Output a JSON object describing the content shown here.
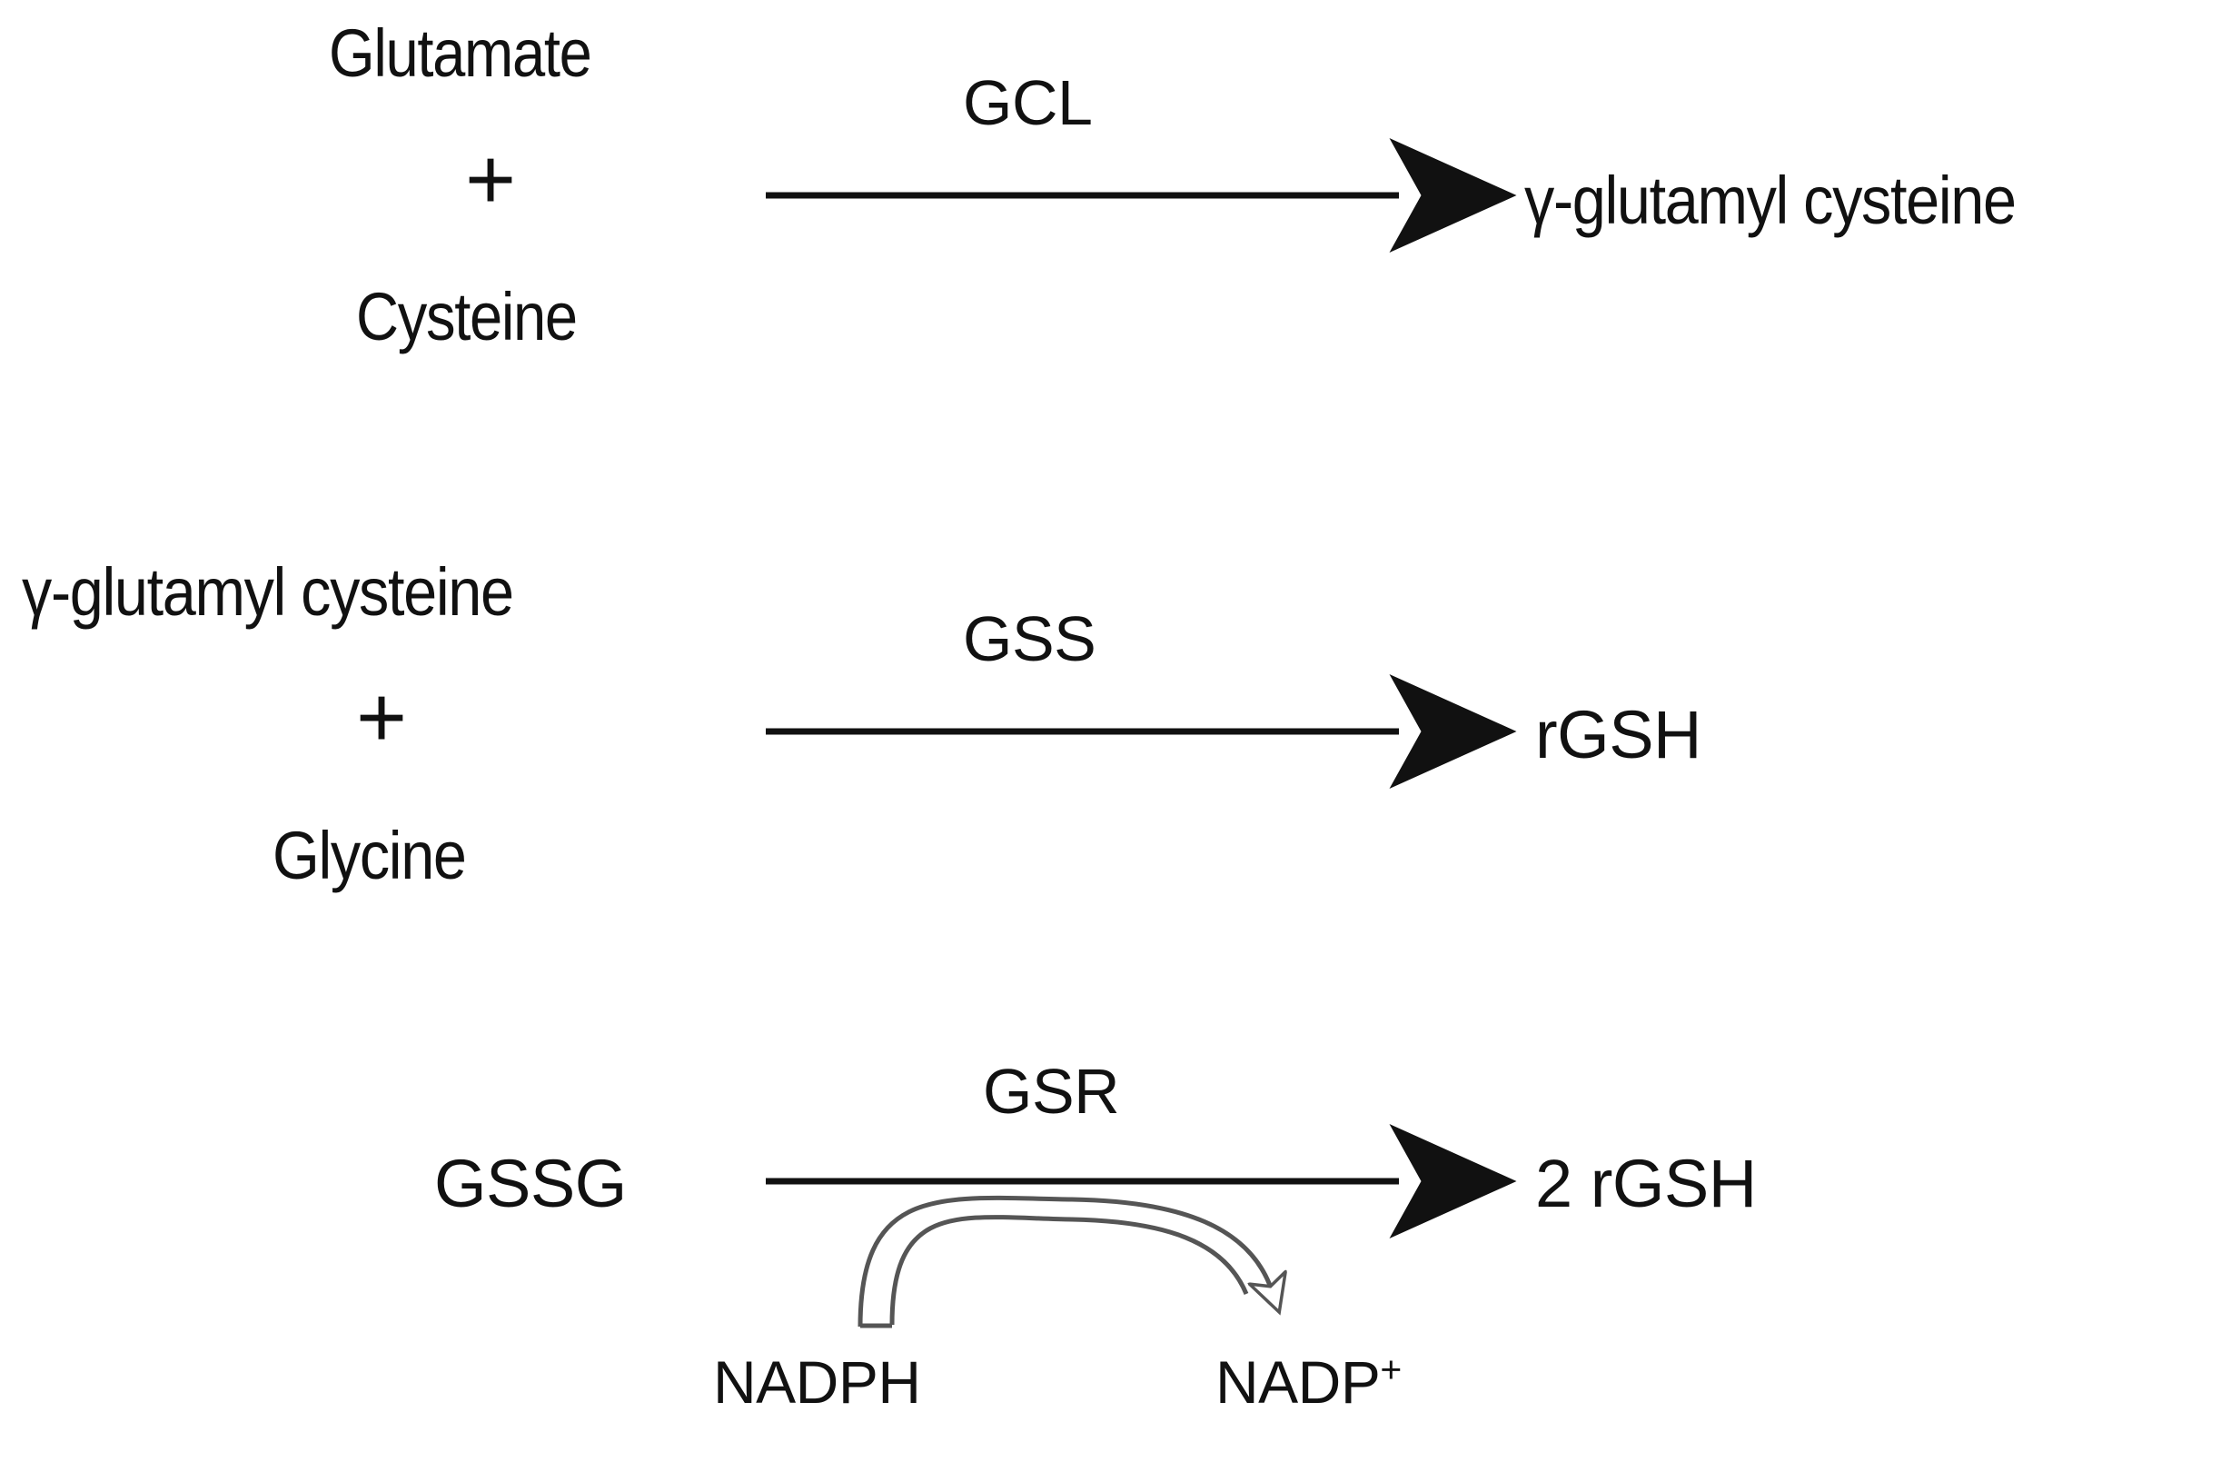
{
  "diagram": {
    "title": "Glutathione synthesis and regeneration pathway",
    "background_color": "#ffffff",
    "stroke_color": "#111111"
  },
  "reactions": [
    {
      "id": "reaction-1",
      "substrates": [
        "Glutamate",
        "Cysteine"
      ],
      "operator": "+",
      "enzyme": "GCL",
      "products": [
        "γ-glutamyl cysteine"
      ],
      "arrow": {
        "type": "straight",
        "head": "solid",
        "direction": "right"
      }
    },
    {
      "id": "reaction-2",
      "substrates": [
        "γ-glutamyl cysteine",
        "Glycine"
      ],
      "operator": "+",
      "enzyme": "GSS",
      "products": [
        "rGSH"
      ],
      "arrow": {
        "type": "straight",
        "head": "solid",
        "direction": "right"
      }
    },
    {
      "id": "reaction-3",
      "substrates": [
        "GSSG"
      ],
      "operator": "",
      "enzyme": "GSR",
      "products": [
        "2 rGSH"
      ],
      "arrow": {
        "type": "straight",
        "head": "solid",
        "direction": "right"
      },
      "cofactor_arrow": {
        "type": "curved",
        "head": "hollow",
        "direction": "clockwise",
        "from_label": "NADPH",
        "to_label_base": "NADP",
        "to_label_superscript": "+"
      }
    }
  ],
  "labels": {
    "glutamate": "Glutamate",
    "cysteine": "Cysteine",
    "plus_1": "+",
    "gcl": "GCL",
    "gamma_glutamyl_cysteine_product": "γ-glutamyl cysteine",
    "gamma_glutamyl_cysteine_substrate": "γ-glutamyl cysteine",
    "glycine": "Glycine",
    "plus_2": "+",
    "gss": "GSS",
    "rgsh": "rGSH",
    "gssg": "GSSG",
    "gsr": "GSR",
    "two_rgsh": "2 rGSH",
    "nadph": "NADPH",
    "nadp_base": "NADP",
    "nadp_sup": "+"
  }
}
